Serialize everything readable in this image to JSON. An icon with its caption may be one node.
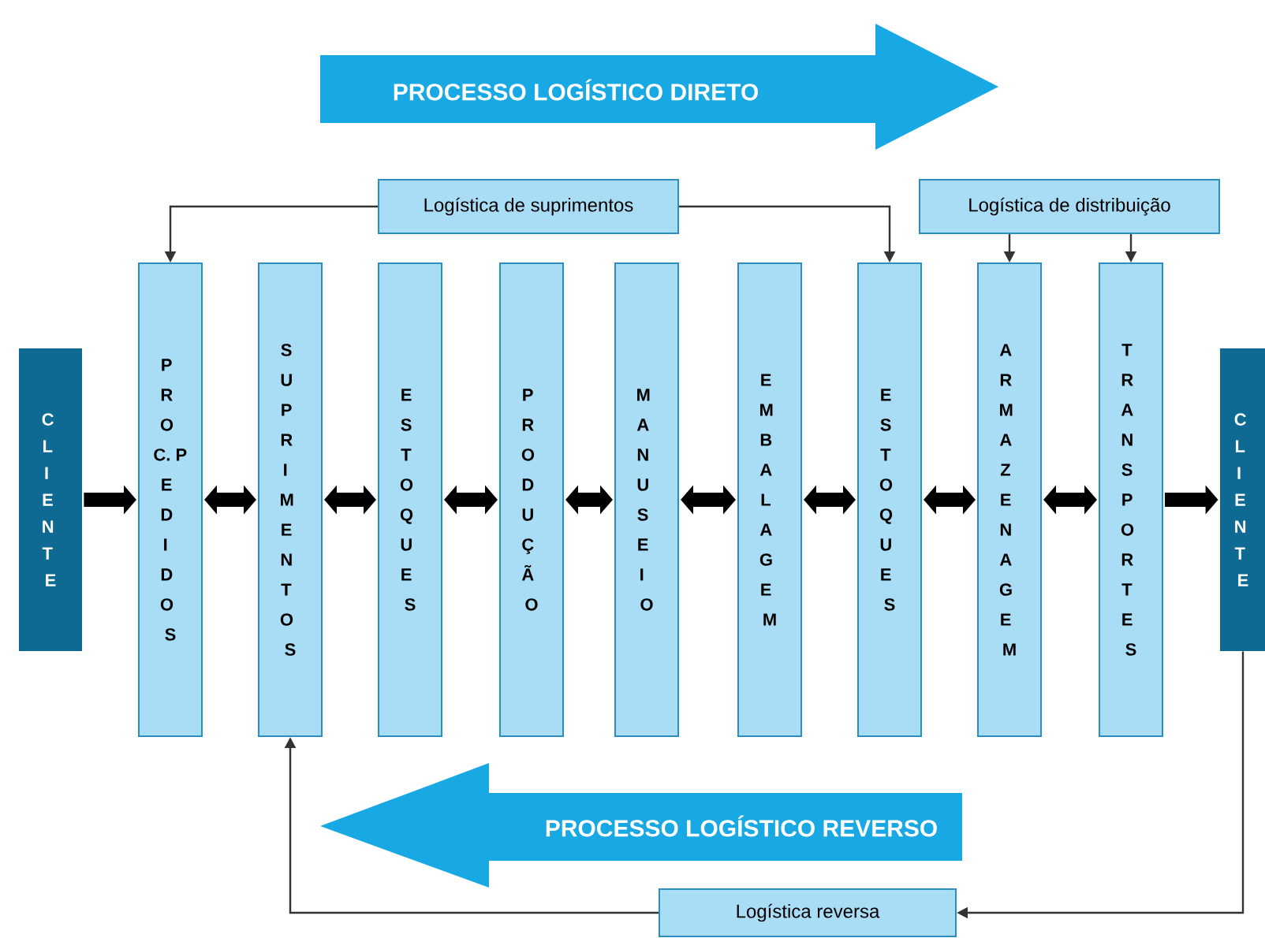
{
  "diagram": {
    "nodes": [
      {
        "text": [
          "PROCESSO LOGÍSTICO DIRETO"
        ]
      },
      {
        "text": [
          "Logística de suprimentos"
        ]
      },
      {
        "text": [
          "Logística de distribuição"
        ]
      },
      {
        "text": [
          "CLIENTE"
        ]
      },
      {
        "text": [
          "PROC. PEDIDOS"
        ]
      },
      {
        "text": [
          "SUPRIMENTOS"
        ]
      },
      {
        "text": [
          "ESTOQUES"
        ]
      },
      {
        "text": [
          "PRODUÇÃO"
        ]
      },
      {
        "text": [
          "MANUSEIO"
        ]
      },
      {
        "text": [
          "EMBALAGEM"
        ]
      },
      {
        "text": [
          "ESTOQUES"
        ]
      },
      {
        "text": [
          "ARMAZENAGEM"
        ]
      },
      {
        "text": [
          "TRANSPORTES"
        ]
      },
      {
        "text": [
          "CLIENTE"
        ]
      },
      {
        "text": [
          "PROCESSO LOGÍSTICO REVERSO"
        ]
      },
      {
        "text": [
          "Logística reversa"
        ]
      }
    ],
    "edges": [
      {
        "from": 3,
        "to": 4,
        "arrow": "to"
      },
      {
        "from": 4,
        "to": 5,
        "arrow": "both"
      },
      {
        "from": 5,
        "to": 6,
        "arrow": "both"
      },
      {
        "from": 6,
        "to": 7,
        "arrow": "both"
      },
      {
        "from": 7,
        "to": 8,
        "arrow": "both"
      },
      {
        "from": 8,
        "to": 9,
        "arrow": "both"
      },
      {
        "from": 9,
        "to": 10,
        "arrow": "both"
      },
      {
        "from": 10,
        "to": 11,
        "arrow": "both"
      },
      {
        "from": 11,
        "to": 12,
        "arrow": "both"
      },
      {
        "from": 12,
        "to": 13,
        "arrow": "to"
      },
      {
        "from": 1,
        "to": 4,
        "arrow": "to"
      },
      {
        "from": 1,
        "to": 10,
        "arrow": "to"
      },
      {
        "from": 2,
        "to": 11,
        "arrow": "to"
      },
      {
        "from": 2,
        "to": 12,
        "arrow": "to"
      },
      {
        "from": 13,
        "to": 15,
        "arrow": "to"
      },
      {
        "from": 15,
        "to": 5,
        "arrow": "to"
      }
    ]
  }
}
